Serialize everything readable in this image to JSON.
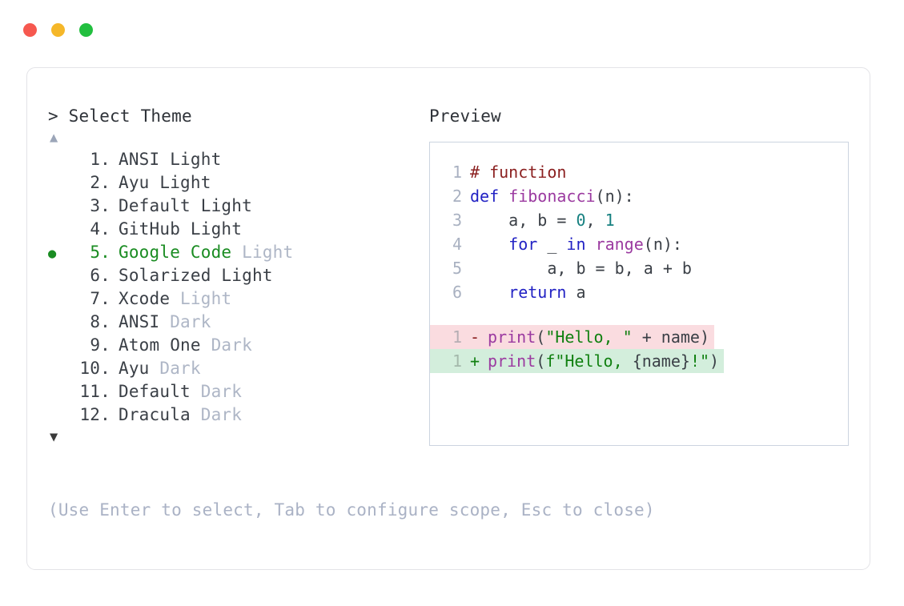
{
  "window": {
    "traffic_lights": [
      {
        "name": "close-button",
        "color": "#f6584f"
      },
      {
        "name": "minimize-button",
        "color": "#f5b729"
      },
      {
        "name": "maximize-button",
        "color": "#22bf3f"
      }
    ]
  },
  "prompt": {
    "marker": ">",
    "label": "Select Theme",
    "full": "> Select Theme"
  },
  "scroll": {
    "up_glyph": "▲",
    "down_glyph": "▼",
    "up_enabled": false,
    "down_enabled": true
  },
  "themes": {
    "selected_index": 5,
    "bullet_glyph": "●",
    "items": [
      {
        "index": "1.",
        "name": "ANSI Light",
        "suffix": "",
        "suffix_dim": false,
        "selected": false
      },
      {
        "index": "2.",
        "name": "Ayu Light",
        "suffix": "",
        "suffix_dim": false,
        "selected": false
      },
      {
        "index": "3.",
        "name": "Default Light",
        "suffix": "",
        "suffix_dim": false,
        "selected": false
      },
      {
        "index": "4.",
        "name": "GitHub Light",
        "suffix": "",
        "suffix_dim": false,
        "selected": false
      },
      {
        "index": "5.",
        "name": "Google Code",
        "suffix": "Light",
        "suffix_dim": true,
        "selected": true
      },
      {
        "index": "6.",
        "name": "Solarized Light",
        "suffix": "",
        "suffix_dim": false,
        "selected": false
      },
      {
        "index": "7.",
        "name": "Xcode",
        "suffix": "Light",
        "suffix_dim": true,
        "selected": false
      },
      {
        "index": "8.",
        "name": "ANSI",
        "suffix": "Dark",
        "suffix_dim": true,
        "selected": false
      },
      {
        "index": "9.",
        "name": "Atom One",
        "suffix": "Dark",
        "suffix_dim": true,
        "selected": false
      },
      {
        "index": "10.",
        "name": "Ayu",
        "suffix": "Dark",
        "suffix_dim": true,
        "selected": false
      },
      {
        "index": "11.",
        "name": "Default",
        "suffix": "Dark",
        "suffix_dim": true,
        "selected": false
      },
      {
        "index": "12.",
        "name": "Dracula",
        "suffix": "Dark",
        "suffix_dim": true,
        "selected": false
      }
    ]
  },
  "hint": "(Use Enter to select, Tab to configure scope, Esc to close)",
  "preview": {
    "title": "Preview",
    "code_lines": [
      {
        "num": "1",
        "tokens": [
          {
            "t": "# function",
            "c": "comment"
          }
        ]
      },
      {
        "num": "2",
        "tokens": [
          {
            "t": "def ",
            "c": "keyword"
          },
          {
            "t": "fibonacci",
            "c": "func"
          },
          {
            "t": "(n):",
            "c": "plain"
          }
        ]
      },
      {
        "num": "3",
        "tokens": [
          {
            "t": "    a, b = ",
            "c": "plain"
          },
          {
            "t": "0",
            "c": "number"
          },
          {
            "t": ", ",
            "c": "plain"
          },
          {
            "t": "1",
            "c": "number"
          }
        ]
      },
      {
        "num": "4",
        "tokens": [
          {
            "t": "    ",
            "c": "plain"
          },
          {
            "t": "for",
            "c": "keyword"
          },
          {
            "t": " _ ",
            "c": "plain"
          },
          {
            "t": "in",
            "c": "keyword"
          },
          {
            "t": " ",
            "c": "plain"
          },
          {
            "t": "range",
            "c": "func"
          },
          {
            "t": "(n):",
            "c": "plain"
          }
        ]
      },
      {
        "num": "5",
        "tokens": [
          {
            "t": "        a, b = b, a + b",
            "c": "plain"
          }
        ]
      },
      {
        "num": "6",
        "tokens": [
          {
            "t": "    ",
            "c": "plain"
          },
          {
            "t": "return",
            "c": "keyword"
          },
          {
            "t": " a",
            "c": "plain"
          }
        ]
      }
    ],
    "diff_lines": [
      {
        "num": "1",
        "kind": "removed",
        "sign": "-",
        "tokens": [
          {
            "t": "print",
            "c": "func"
          },
          {
            "t": "(",
            "c": "plain"
          },
          {
            "t": "\"Hello, \"",
            "c": "string"
          },
          {
            "t": " + name)",
            "c": "plain"
          }
        ]
      },
      {
        "num": "1",
        "kind": "added",
        "sign": "+",
        "tokens": [
          {
            "t": "print",
            "c": "func"
          },
          {
            "t": "(",
            "c": "plain"
          },
          {
            "t": "f\"Hello, ",
            "c": "string"
          },
          {
            "t": "{name}",
            "c": "plain"
          },
          {
            "t": "!\"",
            "c": "string"
          },
          {
            "t": ")",
            "c": "plain"
          }
        ]
      }
    ]
  },
  "colors": {
    "selected_green": "#1a8c22",
    "dim_text": "#aeb6c6",
    "body_text": "#3a3f46",
    "diff_removed_bg": "#fadce0",
    "diff_added_bg": "#d3eedc",
    "card_border": "#e3e3e7",
    "preview_border": "#ccd4e0"
  }
}
